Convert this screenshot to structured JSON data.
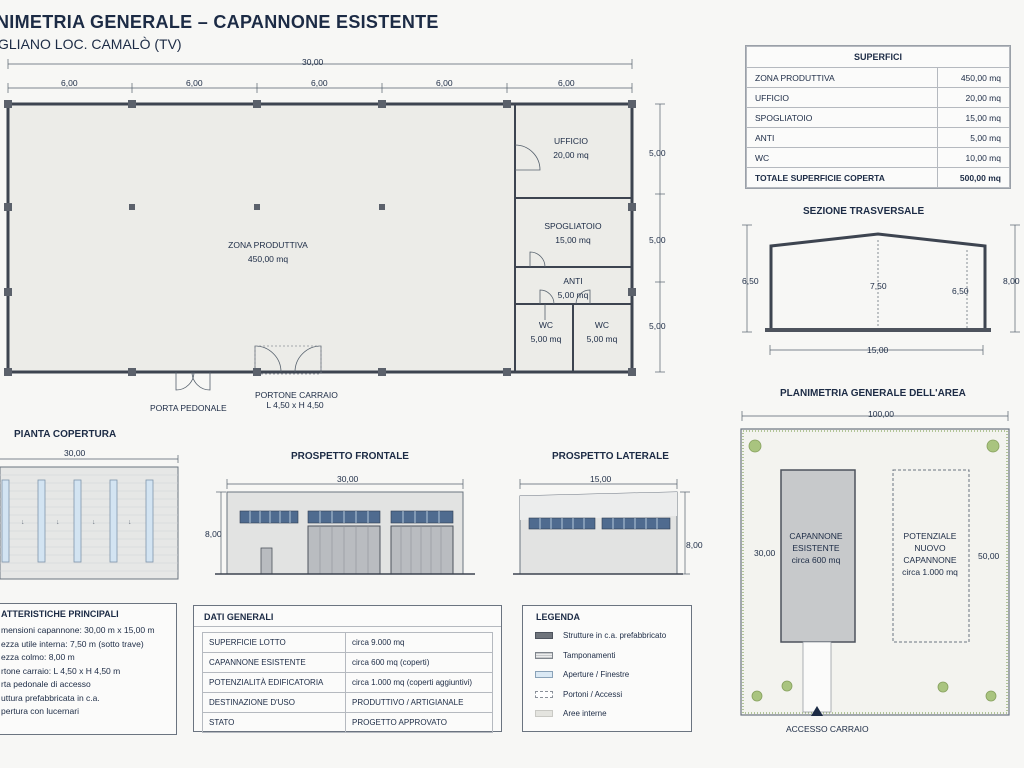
{
  "header": {
    "title": "NIMETRIA GENERALE – CAPANNONE ESISTENTE",
    "subtitle": "GLIANO LOC. CAMALÒ (TV)"
  },
  "plan": {
    "dim_total": "30,00",
    "dim_bays": [
      "6,00",
      "6,00",
      "6,00",
      "6,00",
      "6,00"
    ],
    "dim_right": [
      "5,00",
      "5,00",
      "5,00"
    ],
    "rooms": [
      {
        "name": "ZONA PRODUTTIVA",
        "area": "450,00 mq"
      },
      {
        "name": "UFFICIO",
        "area": "20,00 mq"
      },
      {
        "name": "SPOGLIATOIO",
        "area": "15,00 mq"
      },
      {
        "name": "ANTI",
        "area": "5,00 mq"
      },
      {
        "name": "WC",
        "area": "5,00 mq"
      },
      {
        "name": "WC",
        "area": "5,00 mq"
      }
    ],
    "door_ped": "PORTA PEDONALE",
    "door_car_1": "PORTONE CARRAIO",
    "door_car_2": "L 4,50 x H 4,50"
  },
  "superfici": {
    "title": "SUPERFICI",
    "rows": [
      {
        "label": "ZONA PRODUTTIVA",
        "value": "450,00 mq"
      },
      {
        "label": "UFFICIO",
        "value": "20,00 mq"
      },
      {
        "label": "SPOGLIATOIO",
        "value": "15,00 mq"
      },
      {
        "label": "ANTI",
        "value": "5,00 mq"
      },
      {
        "label": "WC",
        "value": "10,00 mq"
      }
    ],
    "total_label": "TOTALE SUPERFICIE COPERTA",
    "total_value": "500,00 mq"
  },
  "sezione": {
    "title": "SEZIONE TRASVERSALE",
    "h_left": "6,50",
    "h_mid": "7,50",
    "h_inner_right": "6,50",
    "h_right": "8,00",
    "width": "15,00"
  },
  "area": {
    "title": "PLANIMETRIA GENERALE DELL'AREA",
    "width": "100,00",
    "h_left": "30,00",
    "h_right": "50,00",
    "existing": [
      "CAPANNONE",
      "ESISTENTE",
      "circa 600 mq"
    ],
    "potential": [
      "POTENZIALE",
      "NUOVO",
      "CAPANNONE",
      "circa 1.000 mq"
    ],
    "access": "ACCESSO CARRAIO"
  },
  "copertura": {
    "title": "PIANTA COPERTURA",
    "width": "30,00"
  },
  "frontale": {
    "title": "PROSPETTO FRONTALE",
    "width": "30,00",
    "height": "8,00"
  },
  "laterale": {
    "title": "PROSPETTO LATERALE",
    "width": "15,00",
    "height": "8,00"
  },
  "caratteristiche": {
    "title": "ATTERISTICHE PRINCIPALI",
    "lines": [
      "mensioni capannone: 30,00 m x 15,00 m",
      "ezza utile interna: 7,50 m (sotto trave)",
      "ezza colmo: 8,00 m",
      "rtone carraio: L 4,50 x H 4,50 m",
      "rta pedonale di accesso",
      "uttura prefabbricata in c.a.",
      "pertura con lucernari"
    ]
  },
  "dati": {
    "title": "DATI GENERALI",
    "rows": [
      {
        "label": "SUPERFICIE LOTTO",
        "value": "circa 9.000 mq"
      },
      {
        "label": "CAPANNONE ESISTENTE",
        "value": "circa 600 mq (coperti)"
      },
      {
        "label": "POTENZIALITÀ EDIFICATORIA",
        "value": "circa 1.000 mq (coperti aggiuntivi)"
      },
      {
        "label": "DESTINAZIONE D'USO",
        "value": "PRODUTTIVO / ARTIGIANALE"
      },
      {
        "label": "STATO",
        "value": "PROGETTO APPROVATO"
      }
    ]
  },
  "legenda": {
    "title": "LEGENDA",
    "items": [
      {
        "label": "Strutture in c.a. prefabbricato",
        "color": "#6f747b"
      },
      {
        "label": "Tamponamenti",
        "color": "#d6d8da"
      },
      {
        "label": "Aperture / Finestre",
        "color": "#dbe9f4"
      },
      {
        "label": "Portoni / Accessi",
        "color": "#ffffff"
      },
      {
        "label": "Aree interne",
        "color": "#e4e4df"
      }
    ]
  }
}
